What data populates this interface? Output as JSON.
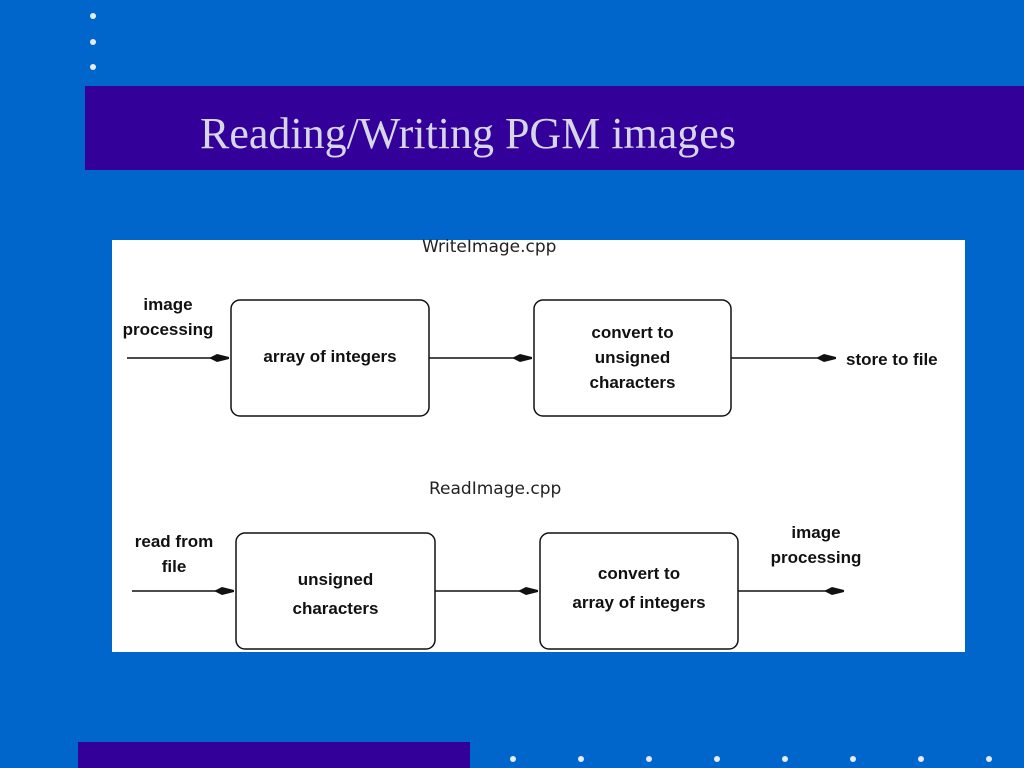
{
  "slide": {
    "title": "Reading/Writing PGM images",
    "colors": {
      "background": "#0066cc",
      "title_band": "#330099",
      "title_text": "#d6d6e8",
      "panel": "#ffffff"
    }
  },
  "diagram": {
    "write": {
      "heading": "WriteImage.cpp",
      "input_line1": "image",
      "input_line2": "processing",
      "box1_label": "array of integers",
      "box2_line1": "convert to",
      "box2_line2": "unsigned",
      "box2_line3": "characters",
      "output": "store to file"
    },
    "read": {
      "heading": "ReadImage.cpp",
      "input_line1": "read from",
      "input_line2": "file",
      "box1_line1": "unsigned",
      "box1_line2": "characters",
      "box2_line1": "convert to",
      "box2_line2": "array of integers",
      "output_line1": "image",
      "output_line2": "processing"
    }
  }
}
